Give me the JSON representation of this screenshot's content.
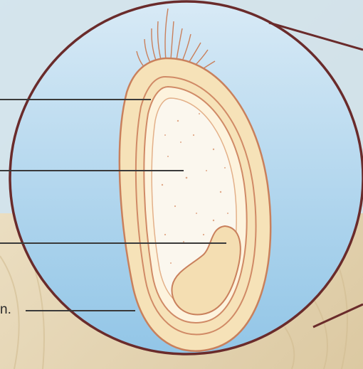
{
  "labels": {
    "bottom_label_fragment": "n."
  },
  "colors": {
    "background_blue_top": "#d8eaf6",
    "background_blue_bottom": "#8fc4e6",
    "wheat_background": "#e9dcc1",
    "circle_outline": "#6a2b2b",
    "leader_line": "#3a3a3a",
    "seed_coat_fill": "#f6e2b8",
    "seed_coat_stroke": "#c9805c",
    "layer_line": "#d08a66",
    "endosperm_fill": "#fbf7ee",
    "embryo_fill": "#f4deb2"
  },
  "icons": [
    "seed-cross-section",
    "magnifier-circle"
  ]
}
